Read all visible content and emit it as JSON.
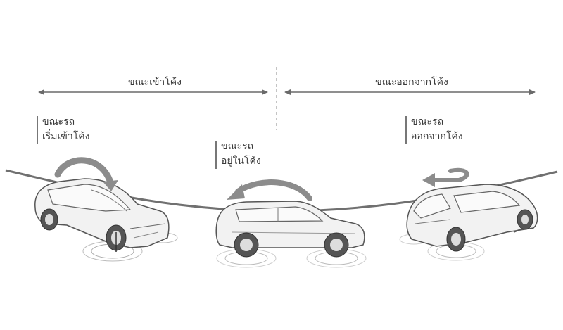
{
  "phases": {
    "entering": "ขณะเข้าโค้ง",
    "exiting": "ขณะออกจากโค้ง"
  },
  "labels": {
    "start_turn": [
      "ขณะรถ",
      "เริ่มเข้าโค้ง"
    ],
    "in_curve": [
      "ขณะรถ",
      "อยู่ในโค้ง"
    ],
    "exit_curve": [
      "ขณะรถ",
      "ออกจากโค้ง"
    ]
  },
  "colors": {
    "line": "#707070",
    "car_body": "#f2f2f2",
    "car_outline": "#555555",
    "arrow": "#8c8c8c",
    "tire": "#444444"
  }
}
